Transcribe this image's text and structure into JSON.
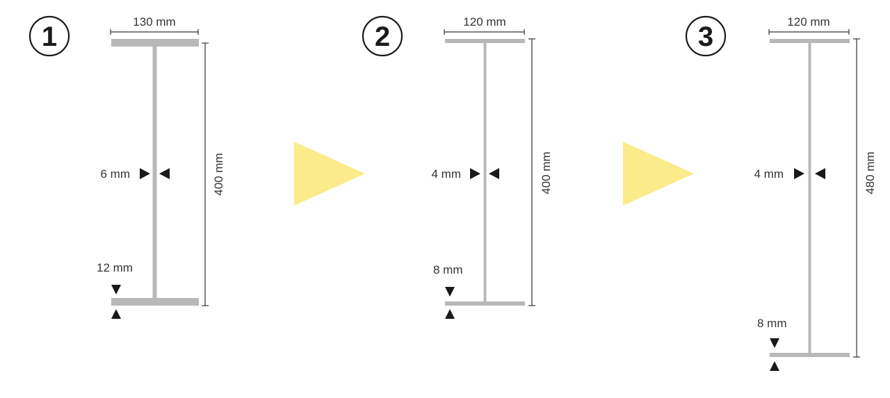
{
  "colors": {
    "steel": "#b8b8b8",
    "dimension": "#333333",
    "arrow": "#fbeb8a",
    "text": "#333333"
  },
  "beams": [
    {
      "step": "1",
      "flange_width": "130 mm",
      "height": "400 mm",
      "web_thickness": "6 mm",
      "flange_thickness": "12 mm"
    },
    {
      "step": "2",
      "flange_width": "120 mm",
      "height": "400 mm",
      "web_thickness": "4 mm",
      "flange_thickness": "8 mm"
    },
    {
      "step": "3",
      "flange_width": "120 mm",
      "height": "480 mm",
      "web_thickness": "4 mm",
      "flange_thickness": "8 mm"
    }
  ],
  "transitions": [
    "next-step-arrow",
    "next-step-arrow"
  ]
}
